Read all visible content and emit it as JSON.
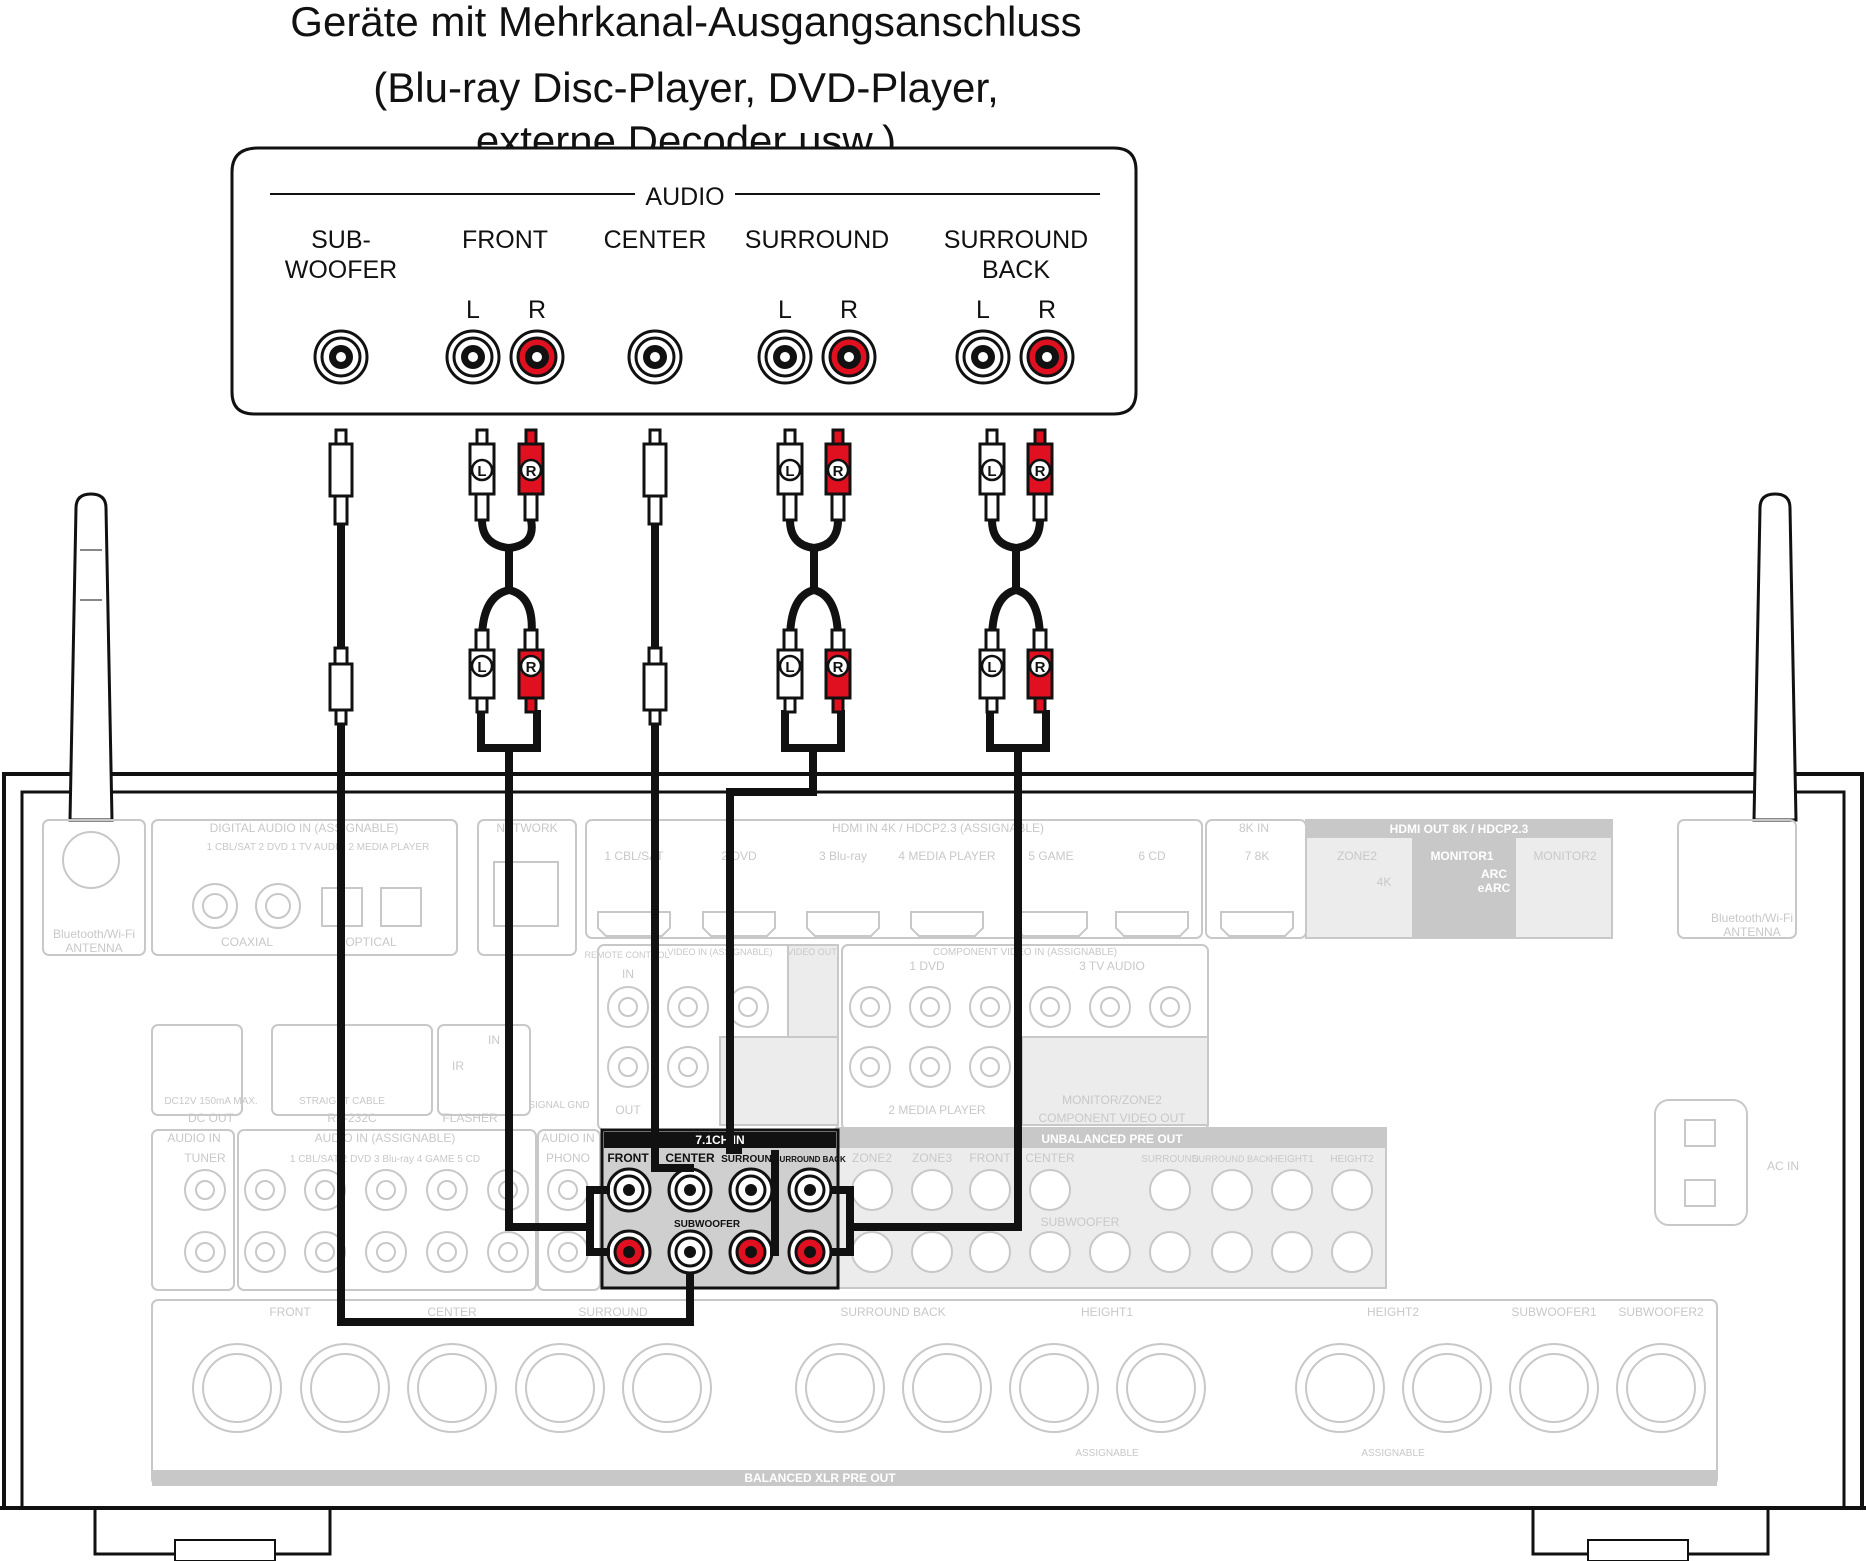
{
  "title": {
    "line1": "Geräte mit Mehrkanal-Ausgangsanschluss",
    "line2": "(Blu-ray Disc-Player, DVD-Player,",
    "line3": "externe Decoder usw.)"
  },
  "device": {
    "group_label": "AUDIO",
    "channels": [
      {
        "line1": "SUB-",
        "line2": "WOOFER"
      },
      {
        "line1": "FRONT",
        "line2": ""
      },
      {
        "line1": "CENTER",
        "line2": ""
      },
      {
        "line1": "SURROUND",
        "line2": ""
      },
      {
        "line1": "SURROUND",
        "line2": "BACK"
      }
    ],
    "left": "L",
    "right": "R"
  },
  "plug_letters": {
    "left": "L",
    "right": "R"
  },
  "receiver": {
    "antenna": "Bluetooth/Wi-Fi",
    "antenna2": "ANTENNA",
    "digital_audio_in": "DIGITAL AUDIO IN (ASSIGNABLE)",
    "digital_sub": "1 CBL/SAT  2 DVD   1 TV AUDIO 2 MEDIA PLAYER",
    "coaxial": "COAXIAL",
    "optical": "OPTICAL",
    "network": "NETWORK",
    "hdmi_in": "HDMI IN   4K / HDCP2.3   (ASSIGNABLE)",
    "hdmi_inputs": [
      "1 CBL/SAT",
      "2 DVD",
      "3 Blu-ray",
      "4 MEDIA PLAYER",
      "5 GAME",
      "6 CD"
    ],
    "hdmi_8k_in": "8K IN",
    "hdmi_8k_input": "7 8K",
    "hdmi_out": "HDMI OUT   8K / HDCP2.3",
    "zone2": "ZONE2",
    "k4": "4K",
    "monitor1": "MONITOR1",
    "arc": "ARC",
    "earc": "eARC",
    "monitor2": "MONITOR2",
    "remote": "REMOTE CONTROL",
    "remote_in": "IN",
    "remote_out": "OUT",
    "video_in": "VIDEO IN (ASSIGNABLE)",
    "video_out": "VIDEO OUT",
    "component_in": "COMPONENT VIDEO IN (ASSIGNABLE)",
    "comp_sub1": "1 DVD",
    "comp_sub2": "3 TV AUDIO",
    "comp_sub3": "2 MEDIA PLAYER",
    "monitor_zone2": "MONITOR/ZONE2",
    "component_out": "COMPONENT VIDEO OUT",
    "dc_out": "DC OUT",
    "dc_spec": "DC12V 150mA MAX.",
    "rs232c": "RS-232C",
    "straight_cable": "STRAIGHT CABLE",
    "ir": "IR",
    "flasher": "FLASHER",
    "flasher_in": "IN",
    "signal_gnd": "SIGNAL GND",
    "audio_in": "AUDIO IN",
    "audio_in_assignable": "AUDIO IN (ASSIGNABLE)",
    "audio_in_sub": "1 CBL/SAT 2 DVD   3 Blu-ray  4 GAME  5 CD",
    "tuner": "TUNER",
    "phono": "PHONO",
    "ch71_in": "7.1CH IN",
    "ch71_labels": [
      "FRONT",
      "CENTER",
      "SURROUND",
      "SURROUND BACK"
    ],
    "ch71_sub": "SUBWOOFER",
    "unbalanced": "UNBALANCED PRE OUT",
    "unbal_labels": [
      "ZONE2",
      "ZONE3",
      "FRONT",
      "CENTER",
      "SURROUND",
      "SURROUND BACK",
      "HEIGHT1",
      "HEIGHT2"
    ],
    "unbal_sub": "SUBWOOFER",
    "balanced": "BALANCED XLR PRE OUT",
    "xlr_labels": [
      "FRONT",
      "CENTER",
      "SURROUND",
      "SURROUND BACK",
      "HEIGHT1",
      "HEIGHT2",
      "SUBWOOFER1",
      "SUBWOOFER2"
    ],
    "assignable": "ASSIGNABLE",
    "ac_in": "AC IN"
  },
  "colors": {
    "red": "#e01020",
    "black": "#111111",
    "panel_gray": "#c8c8c8",
    "jack_panel": "#cfcfcf"
  }
}
